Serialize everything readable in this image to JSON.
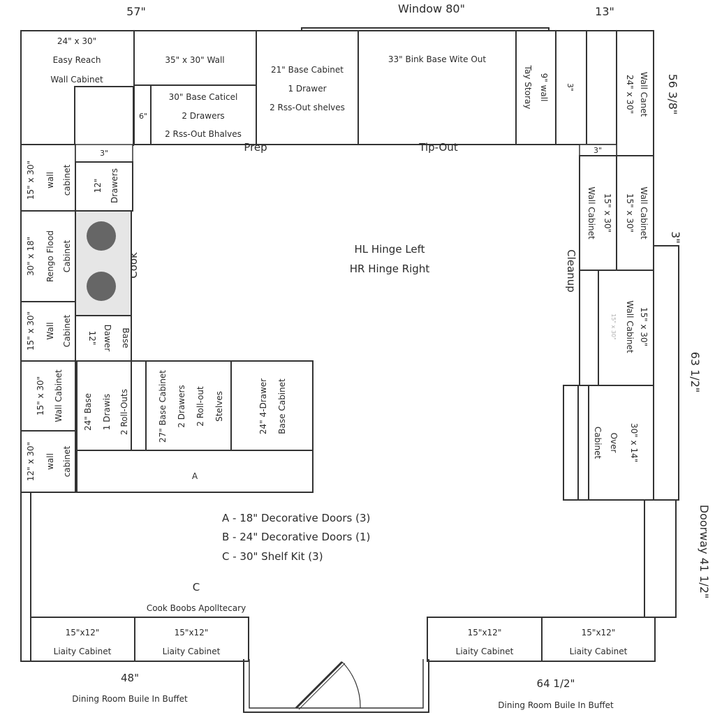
{
  "dims": {
    "top_left": "57\"",
    "window": "Window 80\"",
    "top_right": "13\"",
    "right_top": "56 3/8\"",
    "right_3": "3\"",
    "right_mid": "63 1/2\"",
    "doorway": "Doorway 41 1/2\"",
    "bottom_left": "48\"",
    "bottom_right": "64  1/2\""
  },
  "top_wall": {
    "easy_reach": [
      "24\" x 30\"",
      "Easy Reach",
      "Wall Cabinet"
    ],
    "wall_35": "35\" x 30\" Wall",
    "base_30": [
      "30\" Base Caticel",
      "2 Drawers",
      "2 Rss-Out Bhalves"
    ],
    "filler_6": "6\"",
    "base_21": [
      "21\" Base Cabinet",
      "1 Drawer",
      "2 Rss-Out shelves"
    ],
    "sink": "33\" Bink Base Wite Out",
    "tray": "Tay Storay",
    "wall_9": "9\" wall",
    "filler_3": "3\"",
    "filler_3b": "3\"",
    "wall_24": [
      "24\" x 30\"",
      "Wall Canet"
    ]
  },
  "zones": {
    "prep": "Prep",
    "tipout": "Tip-Out",
    "cook": "Cook",
    "cleanup": "Cleanup"
  },
  "left_wall": {
    "wall_15a": [
      "15\" x 30\"",
      "wall",
      "cabinet"
    ],
    "drawers_12": [
      "12\"",
      "Drawers"
    ],
    "range_hood": [
      "30\" x 18\"",
      "Rengo Flood",
      "Cabinet"
    ],
    "wall_15b": [
      "15\" x 30\"",
      "Wall",
      "Cabinet"
    ],
    "drawer_base_12": [
      "12\"",
      "Dawer",
      "Base"
    ],
    "wall_15c": [
      "15\" x 30\"",
      "Wall Cabinet"
    ],
    "wall_12": [
      "12\" x 30\"",
      "wall",
      "cabinet"
    ]
  },
  "island": {
    "base_24": [
      "24\" Base",
      "1 Drawis",
      "2 Roll-Outs"
    ],
    "base_27": [
      "27\" Base Cabinet",
      "2 Drawers",
      "2 Roll-out",
      "Stelves"
    ],
    "base_4drawer": [
      "24\" 4-Drawer",
      "Base Cabinet"
    ],
    "panel_a": "A"
  },
  "right_wall": {
    "wall_15a": [
      "15\" x 30\"",
      "Wall Cabinet"
    ],
    "wall_15b": [
      "Wall Cabinet",
      "15\" x 30\""
    ],
    "wall_15c": [
      "15\" x 30\"",
      "Wall Cabinet"
    ],
    "faint": "15\" x 30\"",
    "over": [
      "30\" x 14\"",
      "Over",
      "Cabinet"
    ]
  },
  "center": {
    "hinge_left": "HL Hinge Left",
    "hinge_right": "HR Hinge Right"
  },
  "legend": [
    "A - 18\" Decorative Doors (3)",
    "B - 24\" Decorative Doors (1)",
    "C - 30\" Shelf Kit (3)"
  ],
  "apothecary": {
    "letter": "C",
    "label": "Cook Boobs Apolltecary"
  },
  "bottom_wall": {
    "utility": [
      "15\"x12\"",
      "Liaity Cabinet"
    ],
    "buffet": "Dining Room Buile In Buffet"
  },
  "colors": {
    "line": "#333333",
    "cooktop": "#e6e6e6",
    "burner": "#666666"
  }
}
